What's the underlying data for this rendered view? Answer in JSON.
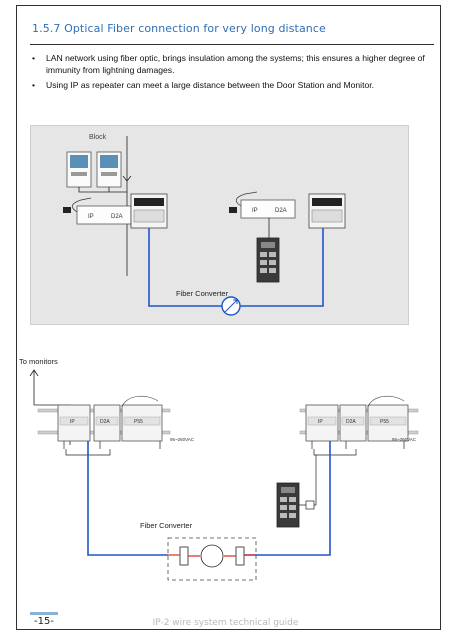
{
  "section": {
    "heading": "1.5.7 Optical Fiber connection for very long distance",
    "bullets": [
      {
        "symbol": "•",
        "text": "LAN network using fiber optic, brings insulation among the systems; this ensures a higher degree of immunity from lightning damages."
      },
      {
        "symbol": "•",
        "text": "Using IP as repeater can meet a large distance between the Door Station and Monitor."
      }
    ]
  },
  "diagram1": {
    "block_label": "Block",
    "fiber_label": "Fiber Converter",
    "device_labels": [
      "IP",
      "D2A",
      "IP",
      "D2A"
    ]
  },
  "diagram2": {
    "to_monitors_label": "To monitors",
    "fiber_label": "Fiber Converter",
    "ac_label_left": "95~260VAC",
    "ac_label_right": "95~260VAC",
    "device_labels_left": [
      "IP",
      "D2A",
      "P55"
    ],
    "device_labels_right": [
      "IP",
      "D2A",
      "P55"
    ]
  },
  "footer": {
    "page_number": "-15-",
    "title": "IP-2 wire system technical guide"
  },
  "colors": {
    "heading": "#2e6fb5",
    "wire_blue": "#1f57c7",
    "fiber_red": "#e0302b",
    "footer_gray": "#b9b9b9"
  }
}
